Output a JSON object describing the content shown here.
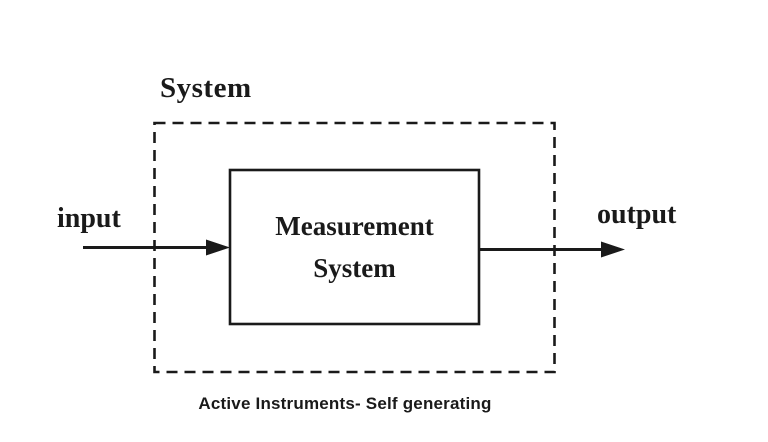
{
  "diagram": {
    "system_label": "System",
    "block_label_line1": "Measurement",
    "block_label_line2": "System",
    "input_label": "input",
    "output_label": "output",
    "caption": "Active Instruments- Self generating",
    "colors": {
      "line": "#1a1a1a",
      "text": "#1a1a1a",
      "background": "#ffffff"
    }
  }
}
